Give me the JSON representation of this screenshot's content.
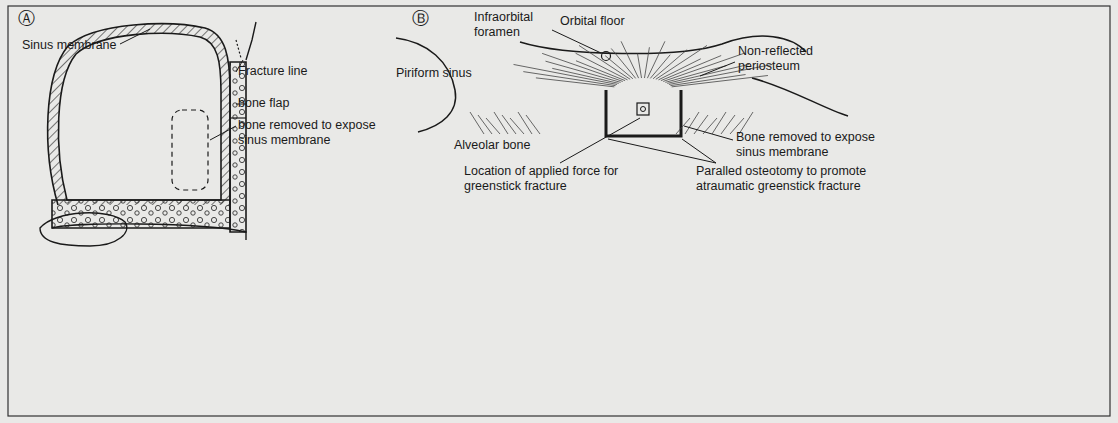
{
  "diagram": {
    "labels": [
      "Ⓐ",
      "Sinus membrane",
      "Fracture line",
      "bone flap",
      "bone removed to expose sinus membrane",
      "Ⓑ",
      "Infraorbital foramen",
      "Orbital floor",
      "Piriform sinus",
      "Non-reflected periosteum",
      "Bone removed to expose sinus membrane",
      "Alveolar bone",
      "Location of applied force for greenstick fracture",
      "Paralled osteotomy to promote atraumatic greenstick fracture"
    ]
  }
}
